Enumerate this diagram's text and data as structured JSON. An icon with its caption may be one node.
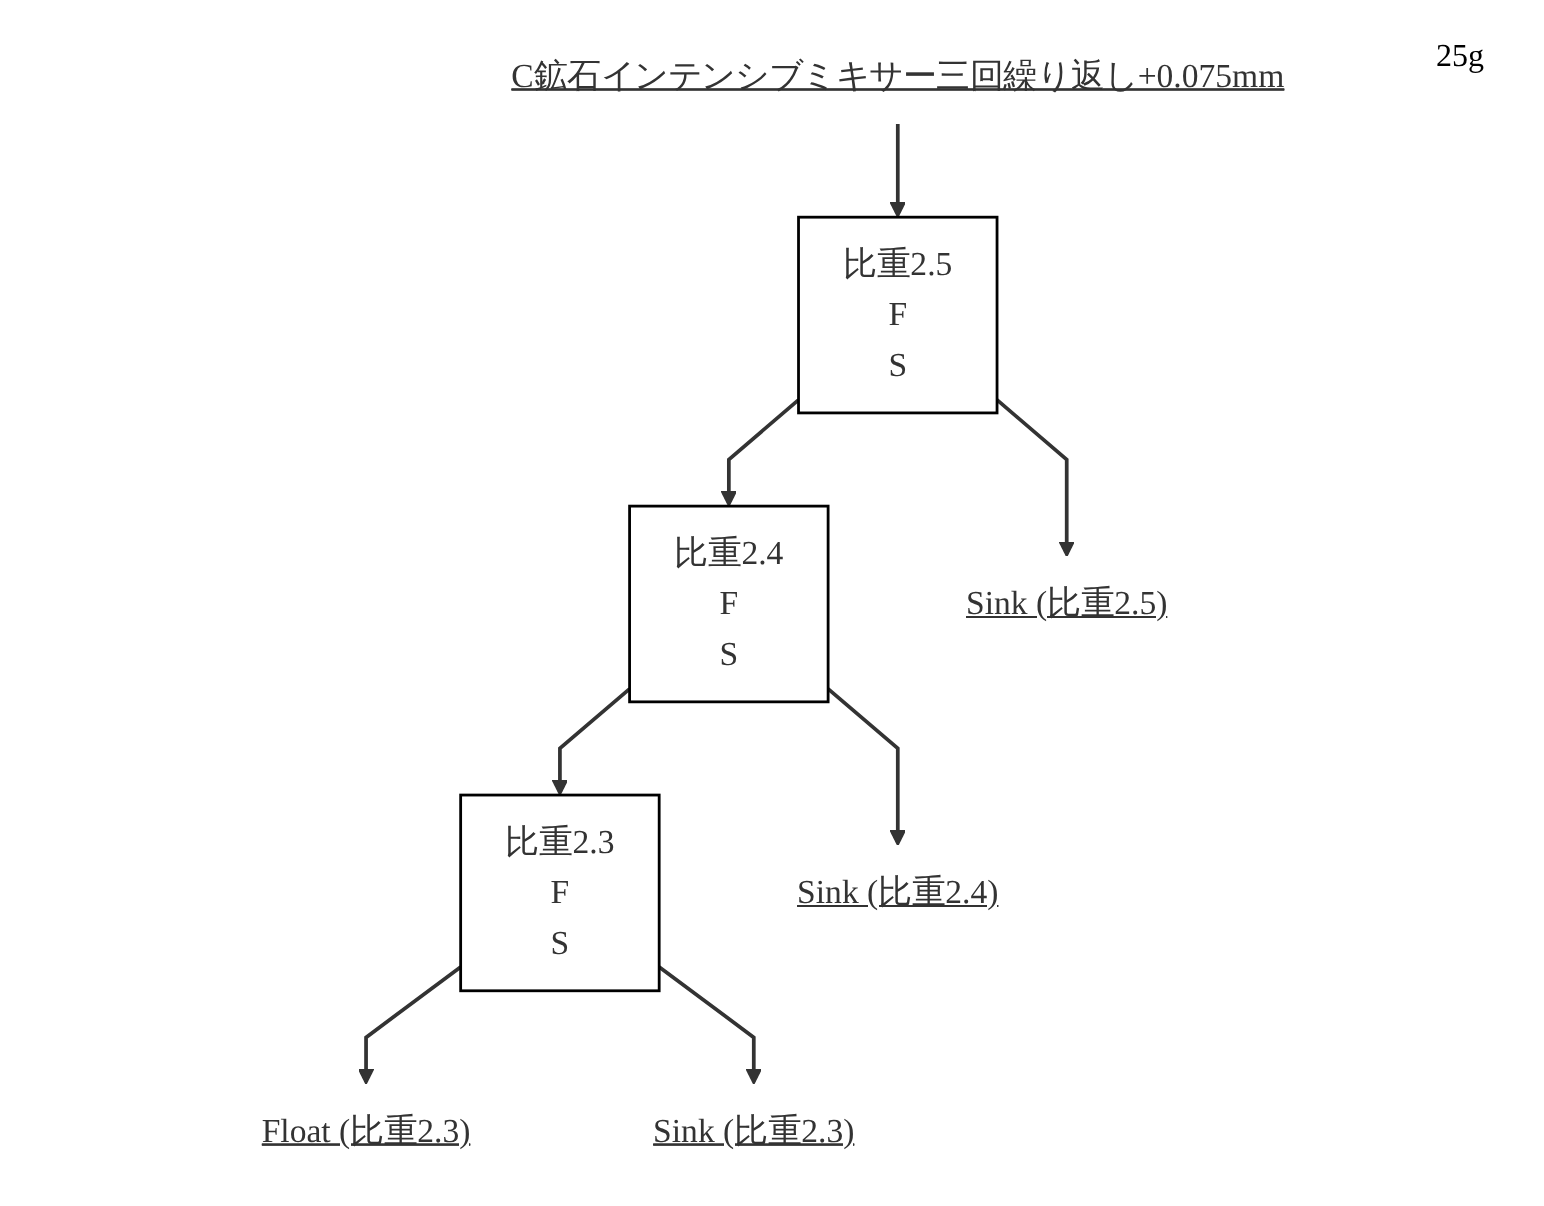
{
  "diagram": {
    "nodes": [
      {
        "text": [
          "C鉱石インテンシブミキサー三回繰り返し+0.075mm"
        ]
      },
      {
        "text": [
          "比重2.5",
          "F",
          "S"
        ]
      },
      {
        "text": [
          "比重2.4",
          "F",
          "S"
        ]
      },
      {
        "text": [
          "Sink (比重2.5)"
        ]
      },
      {
        "text": [
          "比重2.3",
          "F",
          "S"
        ]
      },
      {
        "text": [
          "Sink (比重2.4)"
        ]
      },
      {
        "text": [
          "Float (比重2.3)"
        ]
      },
      {
        "text": [
          "Sink (比重2.3)"
        ]
      }
    ],
    "edges": [
      {
        "from": 0,
        "to": 1,
        "arrow": "to"
      },
      {
        "from": 1,
        "to": 2,
        "arrow": "to"
      },
      {
        "from": 1,
        "to": 3,
        "arrow": "to"
      },
      {
        "from": 2,
        "to": 4,
        "arrow": "to"
      },
      {
        "from": 2,
        "to": 5,
        "arrow": "to"
      },
      {
        "from": 4,
        "to": 6,
        "arrow": "to"
      },
      {
        "from": 4,
        "to": 7,
        "arrow": "to"
      }
    ],
    "labels": [
      "25g"
    ]
  }
}
